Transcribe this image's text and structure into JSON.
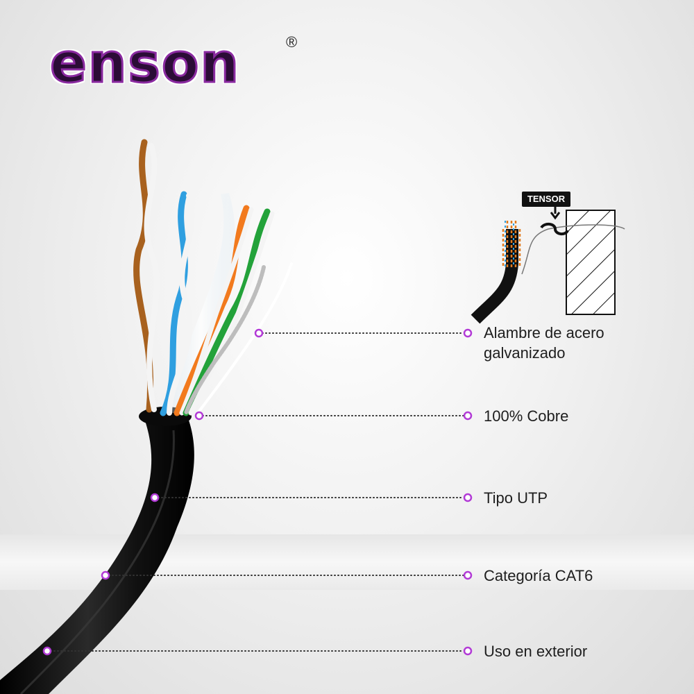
{
  "brand": {
    "name": "enson",
    "registered_mark": "®",
    "colors": {
      "outline": "#8a2aa0",
      "fill": "#2b0c36"
    }
  },
  "diagram": {
    "tensor_label": "TENSOR"
  },
  "features": [
    {
      "label": "Alambre de acero\ngalvanizado"
    },
    {
      "label": "100% Cobre"
    },
    {
      "label": "Tipo UTP"
    },
    {
      "label": "Categoría CAT6"
    },
    {
      "label": "Uso en exterior"
    }
  ],
  "colors": {
    "accent": "#b23ad6",
    "jacket": "#161616",
    "pair_brown": "#a8611e",
    "pair_blue": "#2f9fe0",
    "pair_orange": "#f27a1e",
    "pair_green": "#23a23a",
    "steel": "#bdbdbd"
  }
}
